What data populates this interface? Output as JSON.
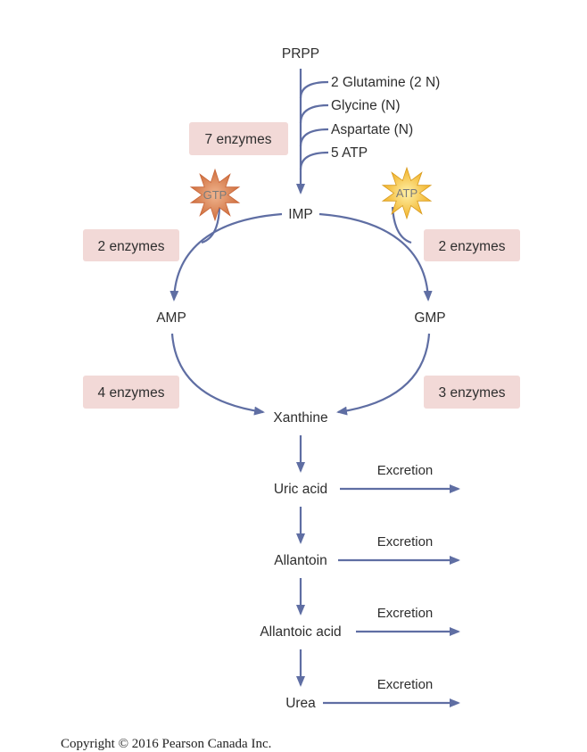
{
  "nodes": {
    "prpp": "PRPP",
    "imp": "IMP",
    "amp": "AMP",
    "gmp": "GMP",
    "xanthine": "Xanthine",
    "uric_acid": "Uric acid",
    "allantoin": "Allantoin",
    "allantoic_acid": "Allantoic acid",
    "urea": "Urea"
  },
  "inputs": [
    "2 Glutamine (2 N)",
    "Glycine (N)",
    "Aspartate (N)",
    "5 ATP"
  ],
  "enzymes": {
    "prpp_to_imp": "7 enzymes",
    "imp_to_amp": "2 enzymes",
    "imp_to_gmp": "2 enzymes",
    "amp_to_xanthine": "4 enzymes",
    "gmp_to_xanthine": "3 enzymes"
  },
  "cofactors": {
    "left": "GTP",
    "right": "ATP"
  },
  "excretion_label": "Excretion",
  "copyright": "Copyright © 2016 Pearson Canada Inc.",
  "colors": {
    "arrow": "#5f6ea3",
    "enzyme_box": "#f2d9d7",
    "gtp_burst": "#d98a5e",
    "atp_burst": "#f3c53c"
  }
}
